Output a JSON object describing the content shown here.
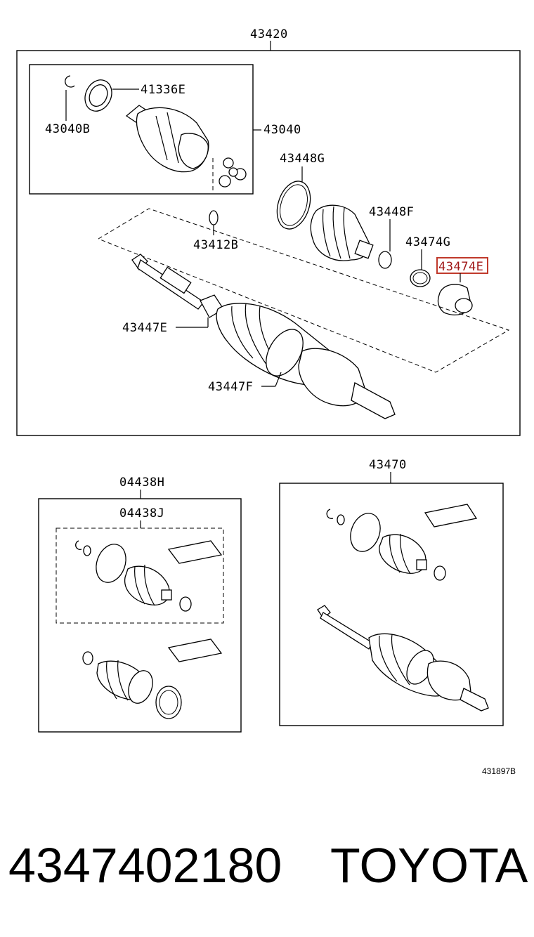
{
  "labels": {
    "assembly_main": "43420",
    "inner_joint_assy": "43040",
    "snap_ring": "43040B",
    "seal_ring": "41336E",
    "boot_clamp_large": "43448G",
    "boot_clamp_small": "43448F",
    "snap_ring_inner": "43412B",
    "dust_seal": "43474G",
    "dust_cover_highlight": "43474E",
    "outer_clamp": "43447E",
    "outer_boot_clamp": "43447F",
    "boot_kit_h": "04438H",
    "boot_kit_j": "04438J",
    "outer_joint_assy": "43470"
  },
  "footer": {
    "diagram_ref": "431897B",
    "part_number": "4347402180",
    "brand": "TOYOTA"
  },
  "colors": {
    "line": "#000000",
    "highlight_box": "#c0392b",
    "highlight_text": "#a01818",
    "background": "#ffffff"
  }
}
